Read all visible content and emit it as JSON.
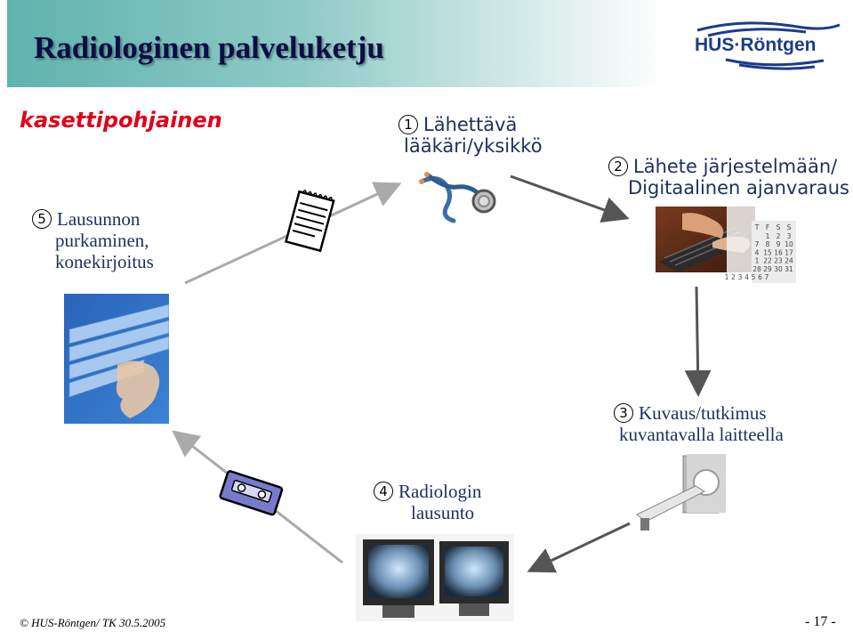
{
  "header": {
    "title": "Radiologinen palveluketju",
    "logo_text": "HUS·Röntgen"
  },
  "subtitle": "kasettipohjainen",
  "steps": [
    {
      "num": "1",
      "lines": [
        "Lähettävä",
        "lääkäri/yksikkö"
      ]
    },
    {
      "num": "2",
      "lines": [
        "Lähete järjestelmään/",
        "Digitaalinen ajanvaraus"
      ]
    },
    {
      "num": "3",
      "lines": [
        "Kuvaus/tutkimus",
        "kuvantavalla laitteella"
      ]
    },
    {
      "num": "4",
      "lines": [
        "Radiologin",
        "lausunto"
      ]
    },
    {
      "num": "5",
      "lines": [
        "Lausunnon",
        "purkaminen,",
        "konekirjoitus"
      ]
    }
  ],
  "calendar": {
    "header": [
      "T",
      "F",
      "S",
      "S"
    ],
    "rows": [
      [
        "",
        "1",
        "2",
        "3"
      ],
      [
        "7",
        "8",
        "9",
        "10"
      ],
      [
        "4",
        "15",
        "16",
        "17"
      ],
      [
        "1",
        "22",
        "23",
        "24"
      ],
      [
        "28",
        "29",
        "30",
        "31"
      ],
      [
        "1",
        "2",
        "3",
        "4",
        "5",
        "6",
        "7"
      ]
    ]
  },
  "footer": {
    "copyright": "© HUS-Röntgen/ TK 30.5.2005",
    "page": "- 17 -"
  },
  "colors": {
    "title": "#0d0d45",
    "subtitle": "#e0001a",
    "step_text": "#1d2f5e",
    "logo_blue": "#1b3c8c",
    "header_teal": "#5fb3ae"
  }
}
